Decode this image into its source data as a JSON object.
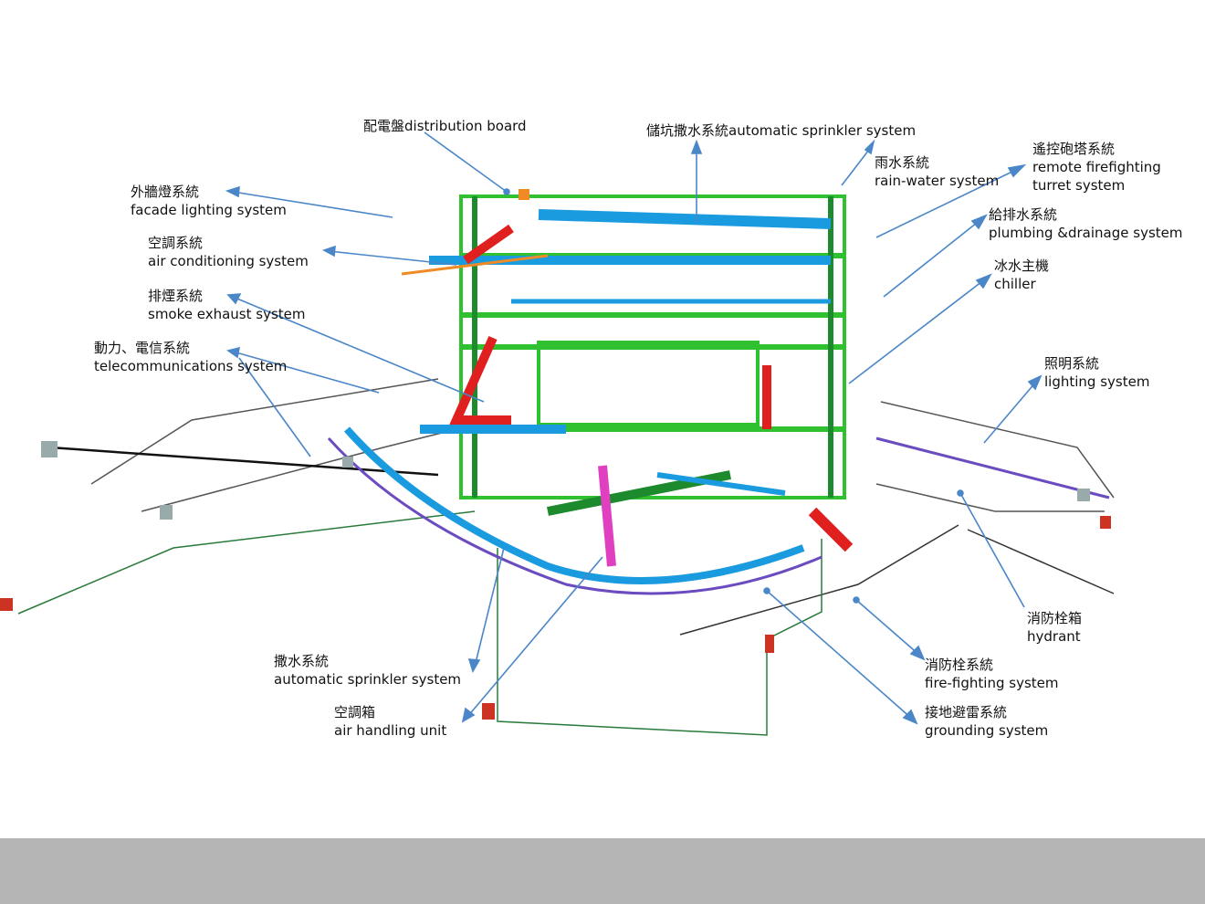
{
  "colors": {
    "leader": "#4a86c8",
    "footer": "#b5b5b5",
    "duct_blue": "#1a9be0",
    "pipe_green": "#2fc12f",
    "dark_green": "#1d8a2e",
    "duct_red": "#e0201e",
    "pipe_orange": "#f08a24",
    "magenta": "#e040c0",
    "purple": "#6a4cc0",
    "gray": "#555555"
  },
  "labels": {
    "distribution_board": {
      "text": "配電盤distribution board"
    },
    "automatic_sprinkler_top": {
      "text": "儲坑撒水系統automatic sprinkler system"
    },
    "rain_water": {
      "zh": "雨水系統",
      "en": "rain-water system"
    },
    "remote_firefighting": {
      "zh": "遙控砲塔系統",
      "en": "remote firefighting",
      "en2": "turret system"
    },
    "facade_lighting": {
      "zh": "外牆燈系統",
      "en": "facade lighting system"
    },
    "air_conditioning": {
      "zh": "空調系統",
      "en": "air conditioning system"
    },
    "plumbing": {
      "zh": "給排水系統",
      "en": "plumbing &drainage system"
    },
    "chiller": {
      "zh": "冰水主機",
      "en": "chiller"
    },
    "smoke_exhaust": {
      "zh": "排煙系統",
      "en": "smoke exhaust system"
    },
    "telecom": {
      "zh": "動力、電信系統",
      "en": "telecommunications system"
    },
    "lighting": {
      "zh": "照明系統",
      "en": "lighting system"
    },
    "hydrant": {
      "zh": "消防栓箱",
      "en": "hydrant"
    },
    "sprinkler_bottom": {
      "zh": "撒水系統",
      "en": "automatic sprinkler system"
    },
    "fire_fighting": {
      "zh": "消防栓系統",
      "en": "fire-fighting system"
    },
    "air_handling": {
      "zh": "空調箱",
      "en": "air handling unit"
    },
    "grounding": {
      "zh": "接地避雷系統",
      "en": "grounding system"
    }
  }
}
